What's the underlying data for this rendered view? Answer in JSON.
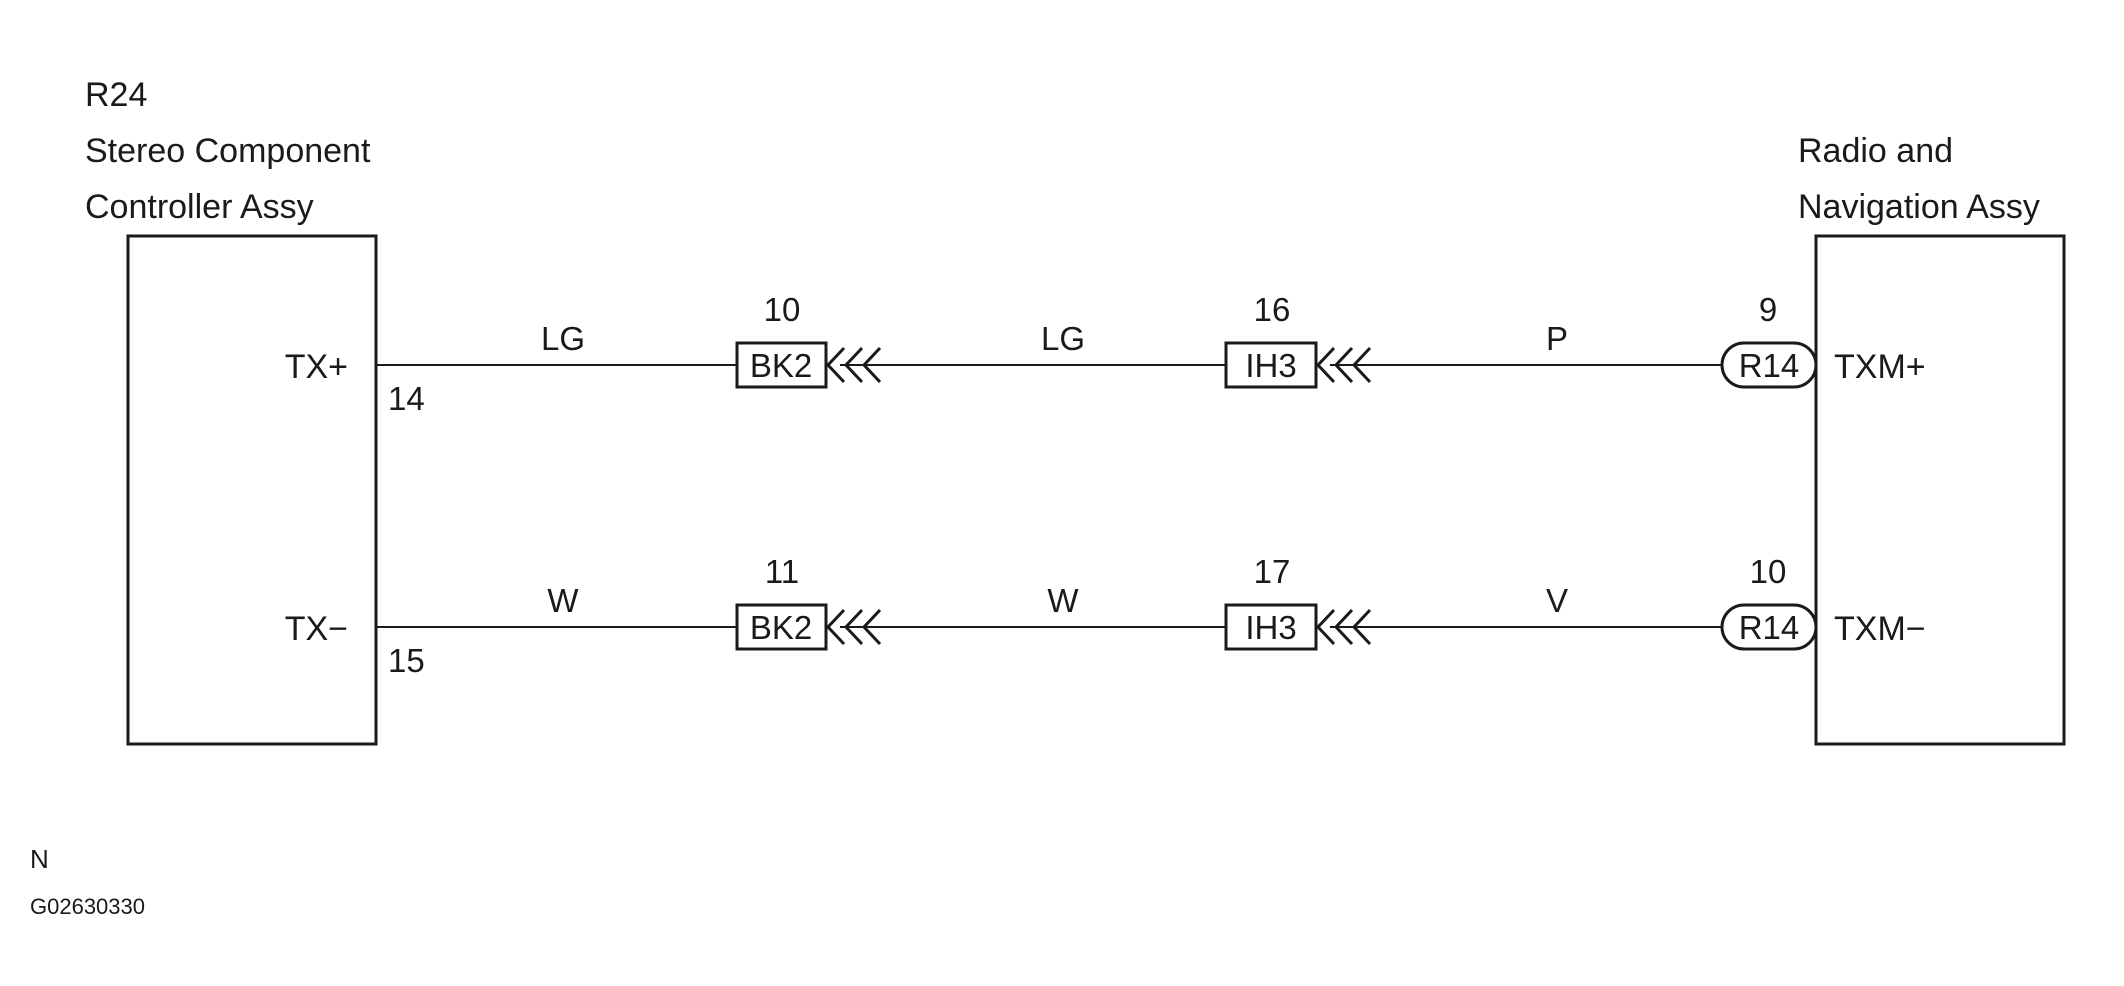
{
  "left_component": {
    "id": "R24",
    "name_line1": "Stereo Component",
    "name_line2": "Controller Assy"
  },
  "right_component": {
    "name_line1": "Radio and",
    "name_line2": "Navigation Assy"
  },
  "circuits": [
    {
      "left_terminal": "TX+",
      "left_pin": "14",
      "wire_color_1": "LG",
      "junction_1": {
        "pin": "10",
        "code": "BK2"
      },
      "wire_color_2": "LG",
      "junction_2": {
        "pin": "16",
        "code": "IH3"
      },
      "wire_color_3": "P",
      "right_connector": {
        "pin": "9",
        "code": "R14"
      },
      "right_terminal": "TXM+"
    },
    {
      "left_terminal": "TX−",
      "left_pin": "15",
      "wire_color_1": "W",
      "junction_1": {
        "pin": "11",
        "code": "BK2"
      },
      "wire_color_2": "W",
      "junction_2": {
        "pin": "17",
        "code": "IH3"
      },
      "wire_color_3": "V",
      "right_connector": {
        "pin": "10",
        "code": "R14"
      },
      "right_terminal": "TXM−"
    }
  ],
  "footer": {
    "letter": "N",
    "code": "G02630330"
  }
}
